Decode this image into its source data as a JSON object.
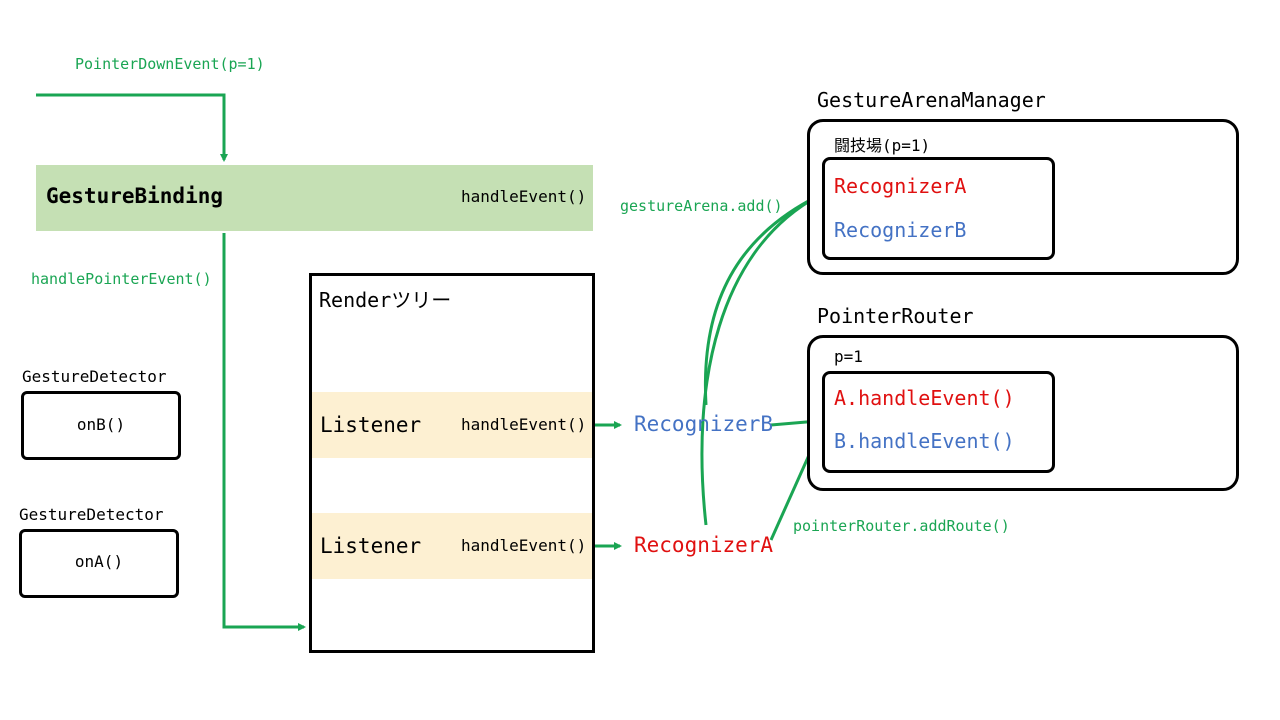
{
  "labels": {
    "pointer_down_event": "PointerDownEvent(p=1)",
    "handle_pointer_event": "handlePointerEvent()",
    "gesture_arena_add": "gestureArena.add()",
    "pointer_router_add_route": "pointerRouter.addRoute()"
  },
  "gesture_binding": {
    "title": "GestureBinding",
    "method": "handleEvent()"
  },
  "render_tree": {
    "title": "Renderツリー",
    "listeners": [
      {
        "name": "Listener",
        "method": "handleEvent()"
      },
      {
        "name": "Listener",
        "method": "handleEvent()"
      }
    ]
  },
  "gesture_detectors": [
    {
      "title": "GestureDetector",
      "callback": "onB()"
    },
    {
      "title": "GestureDetector",
      "callback": "onA()"
    }
  ],
  "recognizers": {
    "b": "RecognizerB",
    "a": "RecognizerA"
  },
  "gesture_arena_manager": {
    "title": "GestureArenaManager",
    "arena_label": "闘技場(p=1)",
    "members": [
      "RecognizerA",
      "RecognizerB"
    ]
  },
  "pointer_router": {
    "title": "PointerRouter",
    "route_label": "p=1",
    "routes": [
      "A.handleEvent()",
      "B.handleEvent()"
    ]
  },
  "colors": {
    "arrow": "#1aa553",
    "recognizer_a": "#e01010",
    "recognizer_b": "#4472c4",
    "gesture_binding_fill": "#c5e0b4",
    "listener_fill": "#fdf0d2"
  }
}
